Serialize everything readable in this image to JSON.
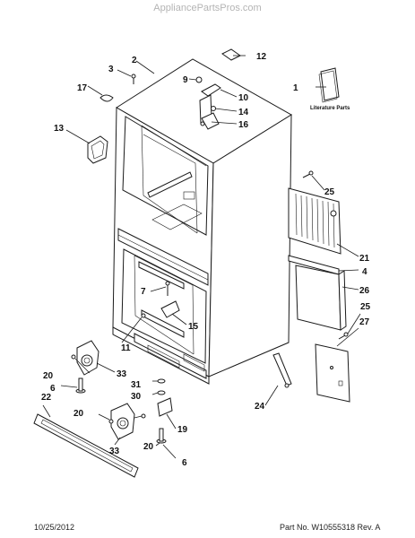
{
  "site_watermark": "AppliancePartsPros.com",
  "footer": {
    "date": "10/25/2012",
    "part_number": "Part No. W10555318  Rev. A"
  },
  "literature_label": "Literature Parts",
  "callouts": {
    "c1": "1",
    "c2": "2",
    "c3": "3",
    "c4": "4",
    "c6a": "6",
    "c6b": "6",
    "c7": "7",
    "c9": "9",
    "c10": "10",
    "c11": "11",
    "c12": "12",
    "c13": "13",
    "c14": "14",
    "c15": "15",
    "c16": "16",
    "c17": "17",
    "c19": "19",
    "c20a": "20",
    "c20b": "20",
    "c20c": "20",
    "c21": "21",
    "c22": "22",
    "c24": "24",
    "c25a": "25",
    "c25b": "25",
    "c26": "26",
    "c27": "27",
    "c30": "30",
    "c31": "31",
    "c33a": "33",
    "c33b": "33"
  }
}
